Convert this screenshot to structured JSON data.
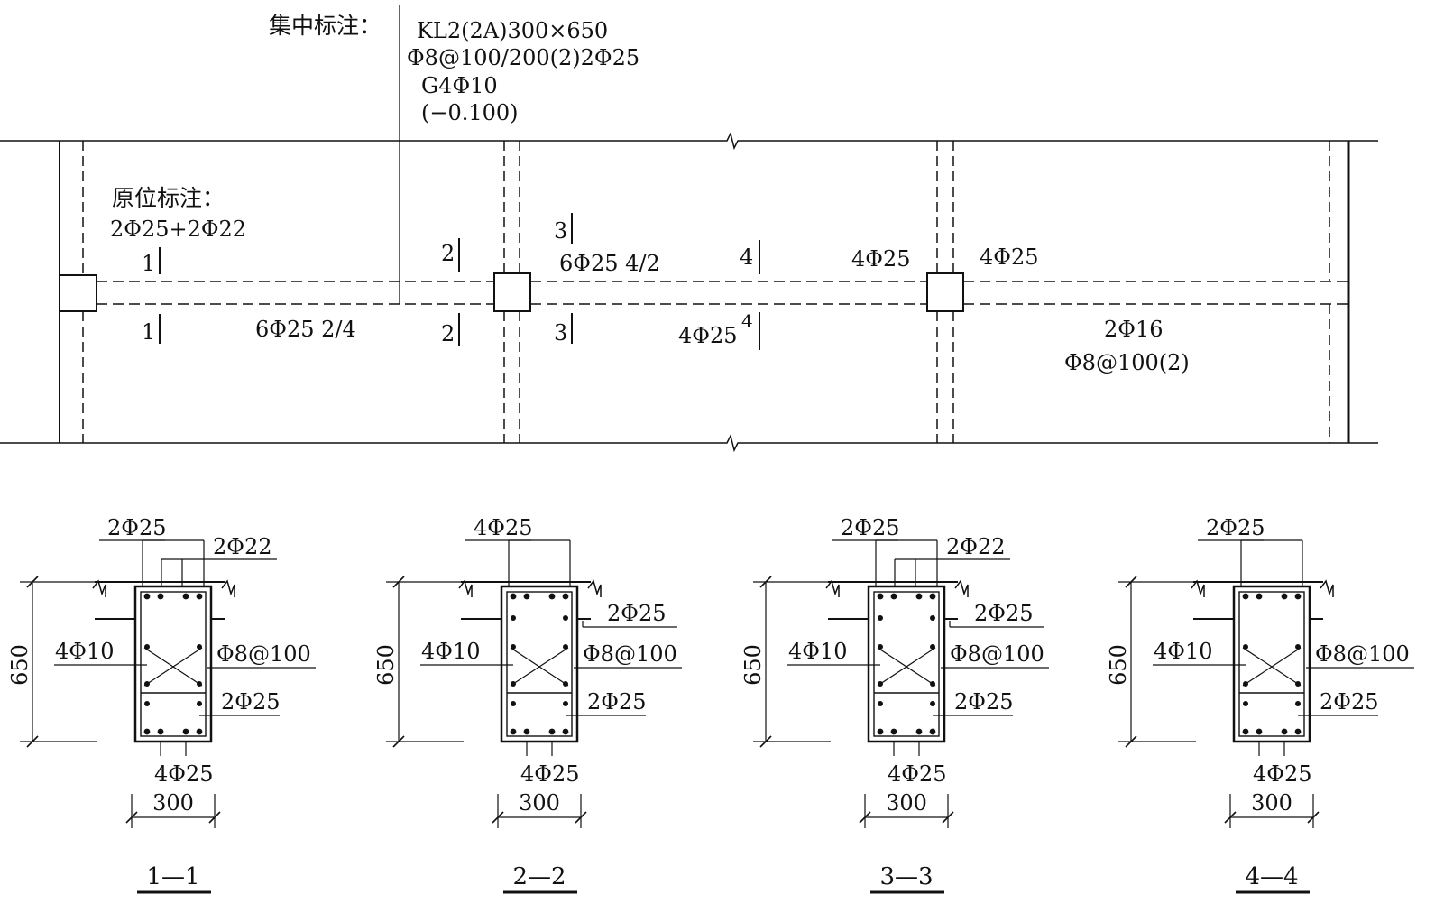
{
  "plan": {
    "concentrated_label": "集中标注：",
    "concentrated_lines": [
      "KL2(2A)300×650",
      "Φ8@100/200(2)2Φ25",
      "G4Φ10",
      "(−0.100)"
    ],
    "in_situ_label": "原位标注：",
    "in_situ_text": "2Φ25+2Φ22",
    "span1_bottom": "6Φ25 2/4",
    "span2_top": "6Φ25 4/2",
    "span2_bottom": "4Φ25",
    "support_left_top": "4Φ25",
    "support_right_top": "4Φ25",
    "cant_bottom": "2Φ16",
    "cant_stirrup": "Φ8@100(2)",
    "cut_marks": [
      "1",
      "1",
      "2",
      "2",
      "3",
      "3",
      "4",
      "4"
    ]
  },
  "sections": [
    {
      "title": "1—1",
      "top_main": "2Φ25",
      "top_extra": "2Φ22",
      "side_right": "",
      "side_left": "4Φ10",
      "stirrup": "Φ8@100",
      "lower": "2Φ25",
      "bottom": "4Φ25",
      "height": "650",
      "width": "300"
    },
    {
      "title": "2—2",
      "top_main": "4Φ25",
      "top_extra": "",
      "side_right": "2Φ25",
      "side_left": "4Φ10",
      "stirrup": "Φ8@100",
      "lower": "2Φ25",
      "bottom": "4Φ25",
      "height": "650",
      "width": "300"
    },
    {
      "title": "3—3",
      "top_main": "2Φ25",
      "top_extra": "2Φ22",
      "side_right": "2Φ25",
      "side_left": "4Φ10",
      "stirrup": "Φ8@100",
      "lower": "2Φ25",
      "bottom": "4Φ25",
      "height": "650",
      "width": "300"
    },
    {
      "title": "4—4",
      "top_main": "2Φ25",
      "top_extra": "",
      "side_right": "",
      "side_left": "4Φ10",
      "stirrup": "Φ8@100",
      "lower": "2Φ25",
      "bottom": "4Φ25",
      "height": "650",
      "width": "300"
    }
  ]
}
